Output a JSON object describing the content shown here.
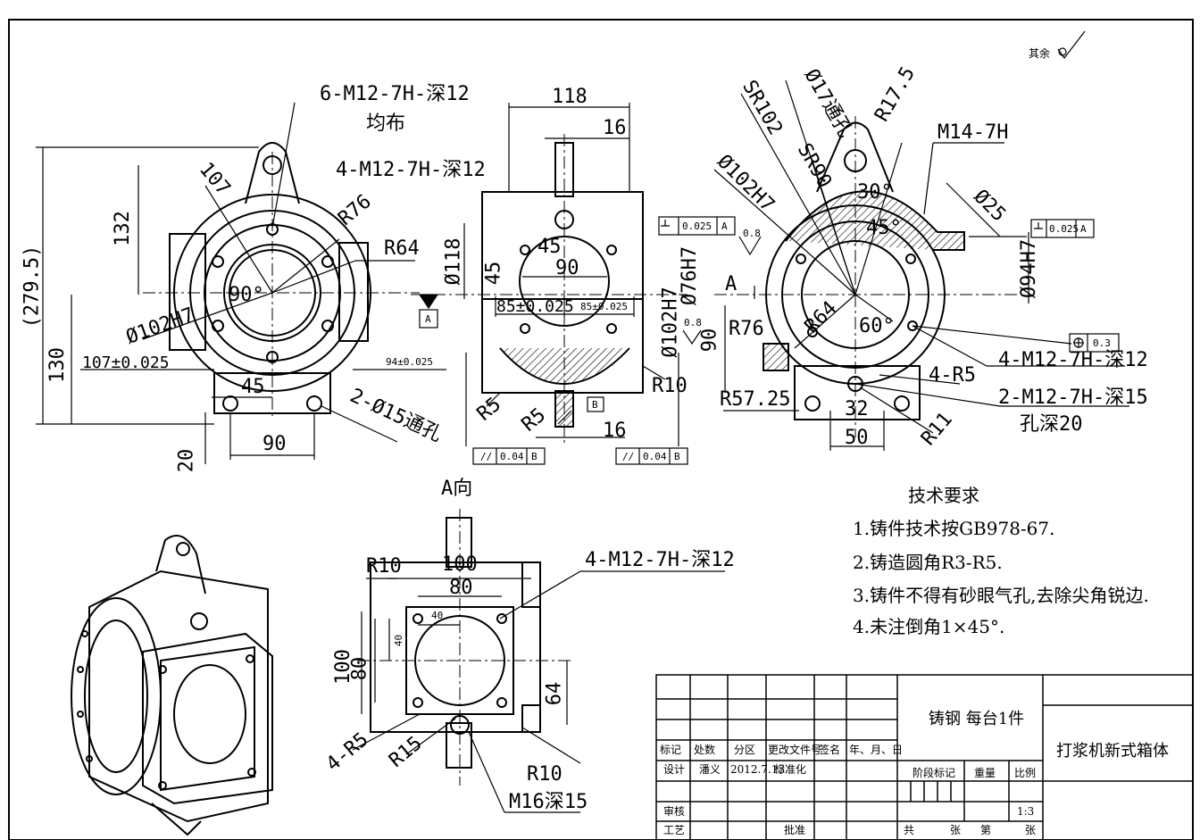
{
  "surface_note": {
    "other": "其余"
  },
  "front_view": {
    "thread_top": "6-M12-7H-深12",
    "thread_top_sub": "均布",
    "dim_107": "107",
    "dim_r76": "R76",
    "dim_r64": "R64",
    "dim_132": "132",
    "dim_2795": "(279.5)",
    "dim_130": "130",
    "dim_90deg": "90°",
    "dim_d102": "Ø102H7",
    "dim_107tol": "107±0.025",
    "dim_94tol": "94±0.025",
    "dim_45": "45",
    "dim_2hole": "2-Ø15通孔",
    "dim_90": "90",
    "dim_20": "20",
    "datum_a": "A"
  },
  "side_view": {
    "dim_118": "118",
    "dim_16top": "16",
    "thread": "4-M12-7H-深12",
    "dim_45a": "45",
    "dim_45b": "45",
    "dim_d118": "Ø118",
    "dim_90": "90",
    "dim_85a": "85±0.025",
    "dim_85b": "85±0.025",
    "dim_d102": "Ø102H7",
    "rough_08": "0.8",
    "dim_r10": "R10",
    "dim_r5a": "R5",
    "dim_r5b": "R5",
    "datum_b": "B",
    "dim_16bot": "16",
    "par1": "0.04",
    "par1_ref": "B",
    "par2": "0.04",
    "par2_ref": "B",
    "perp_tol": "0.025",
    "perp_ref": "A"
  },
  "right_view": {
    "dim_sr102": "SR102",
    "dim_d17": "Ø17通孔",
    "dim_r175": "R17.5",
    "dim_d102": "Ø102H7",
    "dim_sr90": "SR90",
    "dim_30": "30°",
    "dim_m14": "M14-7H",
    "dim_d25": "Ø25",
    "dim_45deg": "45°",
    "dim_d76": "Ø76H7",
    "rough_08": "0.8",
    "dim_a": "A",
    "perp_tol": "0.025",
    "perp_ref": "A",
    "dim_d94": "Ø94H7",
    "dim_r76": "R76",
    "dim_90": "90",
    "dim_r64": "R64",
    "dim_60": "60°",
    "pos_tol": "0.3",
    "thread1": "4-M12-7H-深12",
    "dim_4r5": "4-R5",
    "thread2": "2-M12-7H-深15",
    "thread2_sub": "孔深20",
    "dim_r5725": "R57.25",
    "dim_32": "32",
    "dim_r11": "R11",
    "dim_50": "50"
  },
  "a_view": {
    "label": "A向",
    "dim_r10": "R10",
    "dim_100top": "100",
    "dim_80": "80",
    "dim_40": "40",
    "thread": "4-M12-7H-深12",
    "dim_100": "100",
    "dim_80v": "80",
    "dim_40v": "40",
    "dim_64": "64",
    "dim_4r5": "4-R5",
    "dim_r15": "R15",
    "dim_r10b": "R10",
    "dim_m16": "M16深15"
  },
  "requirements": {
    "title": "技术要求",
    "items": [
      "1.铸件技术按GB978-67.",
      "2.铸造圆角R3-R5.",
      "3.铸件不得有砂眼气孔,去除尖角锐边.",
      "4.未注倒角1×45°."
    ]
  },
  "title_block": {
    "material": "铸钢 每台1件",
    "part_name": "打浆机新式箱体",
    "h_mark": "标记",
    "h_count": "处数",
    "h_zone": "分区",
    "h_doc": "更改文件号",
    "h_sign": "签名",
    "h_date": "年、月、日",
    "design": "设计",
    "designer": "潘义",
    "design_date": "2012.7.13",
    "standard": "标准化",
    "stage": "阶段标记",
    "weight": "重量",
    "scale_label": "比例",
    "scale": "1:3",
    "review": "审核",
    "process": "工艺",
    "approve": "批准",
    "total": "共",
    "sheet_a": "张",
    "page": "第",
    "sheet_b": "张"
  }
}
